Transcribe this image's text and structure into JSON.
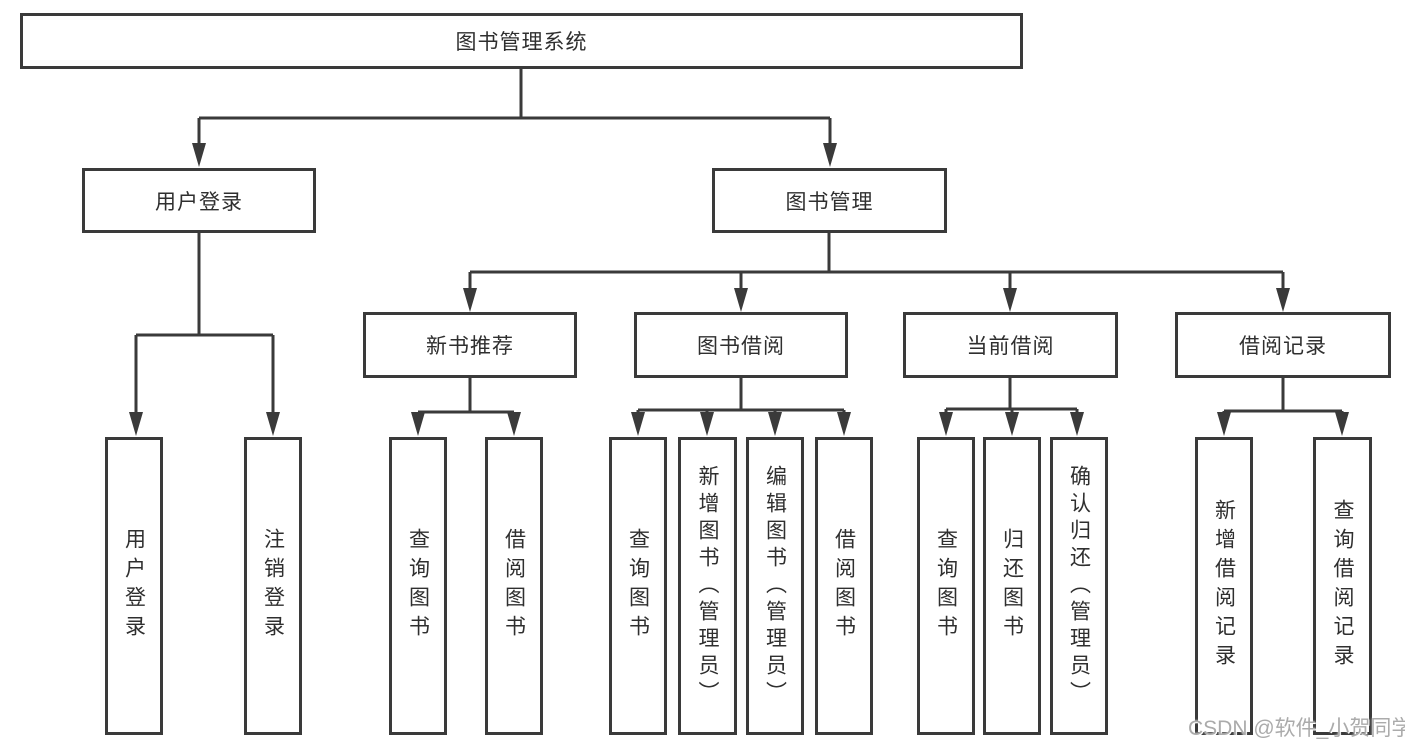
{
  "diagram_title": "图书管理系统",
  "nodes": {
    "root": {
      "label": "图书管理系统"
    },
    "login": {
      "label": "用户登录"
    },
    "mgmt": {
      "label": "图书管理"
    },
    "new_book": {
      "label": "新书推荐"
    },
    "borrow": {
      "label": "图书借阅"
    },
    "current": {
      "label": "当前借阅"
    },
    "records": {
      "label": "借阅记录"
    },
    "user_login": {
      "label": "用户登录"
    },
    "logout": {
      "label": "注销登录"
    },
    "nb_query": {
      "label": "查询图书"
    },
    "nb_borrow": {
      "label": "借阅图书"
    },
    "bw_query": {
      "label": "查询图书"
    },
    "bw_add": {
      "label": "新增图书（管理员）"
    },
    "bw_edit": {
      "label": "编辑图书（管理员）"
    },
    "bw_borrow": {
      "label": "借阅图书"
    },
    "cur_query": {
      "label": "查询图书"
    },
    "cur_return": {
      "label": "归还图书"
    },
    "cur_confirm": {
      "label": "确认归还（管理员）"
    },
    "rec_add": {
      "label": "新增借阅记录"
    },
    "rec_query": {
      "label": "查询借阅记录"
    }
  },
  "tree": {
    "root": [
      "login",
      "mgmt"
    ],
    "login": [
      "user_login",
      "logout"
    ],
    "mgmt": [
      "new_book",
      "borrow",
      "current",
      "records"
    ],
    "new_book": [
      "nb_query",
      "nb_borrow"
    ],
    "borrow": [
      "bw_query",
      "bw_add",
      "bw_edit",
      "bw_borrow"
    ],
    "current": [
      "cur_query",
      "cur_return",
      "cur_confirm"
    ],
    "records": [
      "rec_add",
      "rec_query"
    ]
  },
  "watermark": {
    "text": "CSDN @软件_小贺同学"
  },
  "colors": {
    "line": "#3a3a3a",
    "text": "#2f2f2f",
    "background": "#ffffff",
    "watermark": "#ababab"
  }
}
